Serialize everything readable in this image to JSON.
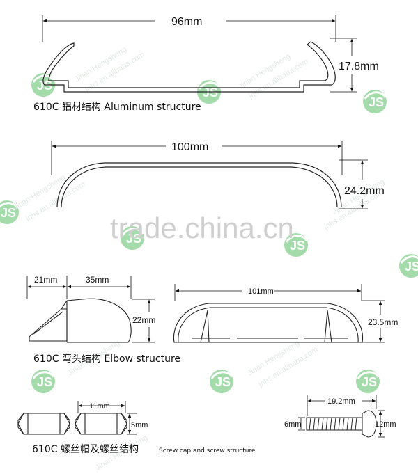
{
  "sections": {
    "aluminum": {
      "caption": "610C 铝材结构 Aluminum structure",
      "dims": {
        "width": "96mm",
        "height": "17.8mm"
      }
    },
    "cover": {
      "dims": {
        "width": "100mm",
        "height": "24.2mm"
      }
    },
    "elbow": {
      "caption": "610C 弯头结构 Elbow structure",
      "dims": {
        "left_a": "21mm",
        "left_b": "35mm",
        "left_h": "22mm",
        "right_w": "101mm",
        "right_h": "23.5mm"
      }
    },
    "screw": {
      "caption_prefix": "610C 螺丝帽及螺丝结构",
      "caption_suffix": "Screw cap and screw structure",
      "dims": {
        "nut_w": "11mm",
        "nut_h": "5mm",
        "screw_len": "19.2mm",
        "screw_d": "6mm",
        "head_d": "12mm"
      }
    }
  },
  "watermark": {
    "center": "trade.china.cn",
    "company": "Jinan Hengsheng",
    "site": "jnhs.en.alibaba.com",
    "logo_text": "JS"
  },
  "colors": {
    "line": "#222222",
    "logo_green": "#4cbd5a",
    "watermark_grey": "#c9d0cc"
  }
}
